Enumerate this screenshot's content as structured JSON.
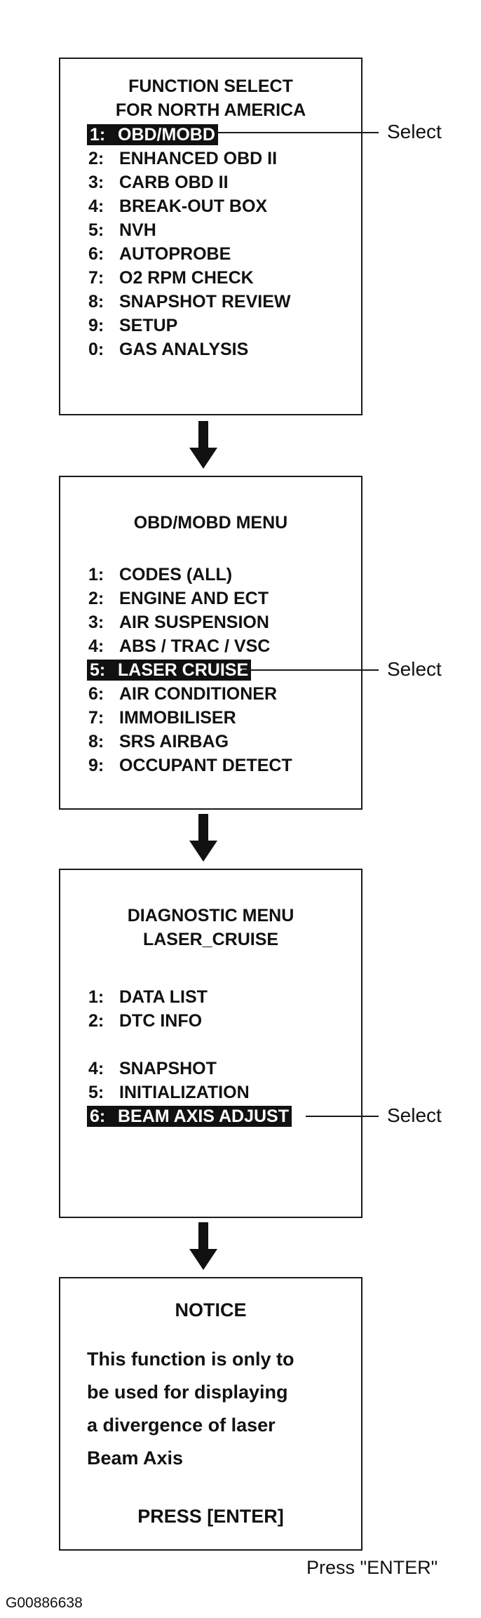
{
  "screens": [
    {
      "title_lines": [
        "FUNCTION SELECT",
        "FOR NORTH AMERICA"
      ],
      "items": [
        {
          "num": "1:",
          "label": "OBD/MOBD",
          "highlighted": true
        },
        {
          "num": "2:",
          "label": "ENHANCED OBD II"
        },
        {
          "num": "3:",
          "label": "CARB OBD II"
        },
        {
          "num": "4:",
          "label": "BREAK-OUT BOX"
        },
        {
          "num": "5:",
          "label": "NVH"
        },
        {
          "num": "6:",
          "label": "AUTOPROBE"
        },
        {
          "num": "7:",
          "label": "O2 RPM CHECK"
        },
        {
          "num": "8:",
          "label": "SNAPSHOT REVIEW"
        },
        {
          "num": "9:",
          "label": "SETUP"
        },
        {
          "num": "0:",
          "label": "GAS ANALYSIS"
        }
      ],
      "callout": "Select"
    },
    {
      "title_lines": [
        "OBD/MOBD MENU"
      ],
      "items": [
        {
          "num": "1:",
          "label": "CODES (ALL)"
        },
        {
          "num": "2:",
          "label": "ENGINE AND ECT"
        },
        {
          "num": "3:",
          "label": "AIR SUSPENSION"
        },
        {
          "num": "4:",
          "label": "ABS / TRAC / VSC"
        },
        {
          "num": "5:",
          "label": "LASER CRUISE",
          "highlighted": true
        },
        {
          "num": "6:",
          "label": "AIR CONDITIONER"
        },
        {
          "num": "7:",
          "label": "IMMOBILISER"
        },
        {
          "num": "8:",
          "label": "SRS AIRBAG"
        },
        {
          "num": "9:",
          "label": "OCCUPANT DETECT"
        }
      ],
      "callout": "Select"
    },
    {
      "title_lines": [
        "DIAGNOSTIC MENU",
        "LASER_CRUISE"
      ],
      "items": [
        {
          "num": "1:",
          "label": "DATA LIST"
        },
        {
          "num": "2:",
          "label": "DTC INFO"
        },
        {
          "num": "4:",
          "label": "SNAPSHOT"
        },
        {
          "num": "5:",
          "label": "INITIALIZATION"
        },
        {
          "num": "6:",
          "label": "BEAM AXIS ADJUST",
          "highlighted": true
        }
      ],
      "callout": "Select"
    },
    {
      "title_lines": [
        "NOTICE"
      ],
      "body_lines": [
        "This function is only to",
        "be used for displaying",
        "a divergence of laser",
        "Beam Axis"
      ],
      "prompt": "PRESS [ENTER]"
    }
  ],
  "footer_instruction": "Press \"ENTER\"",
  "figure_id": "G00886638",
  "icons": [
    "down-arrow-icon"
  ]
}
